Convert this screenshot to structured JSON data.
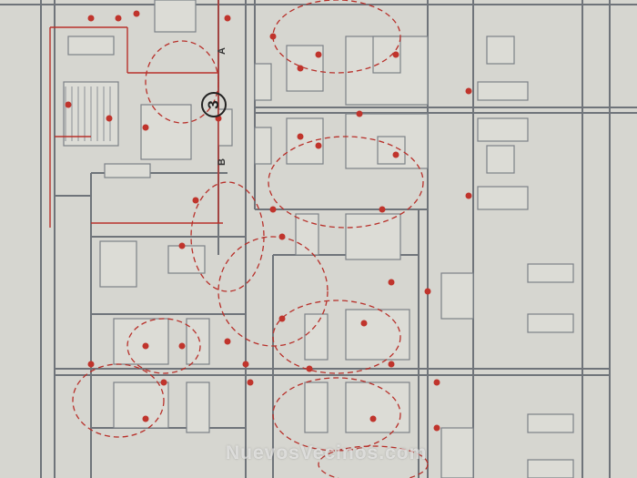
{
  "drawing": {
    "unit_label": "3",
    "section_marks": [
      "A",
      "B"
    ],
    "watermark": "NuevosVecinos.com"
  },
  "colors": {
    "background": "#d6d6d0",
    "walls": "#6f747a",
    "electrical": "#b8302a"
  }
}
